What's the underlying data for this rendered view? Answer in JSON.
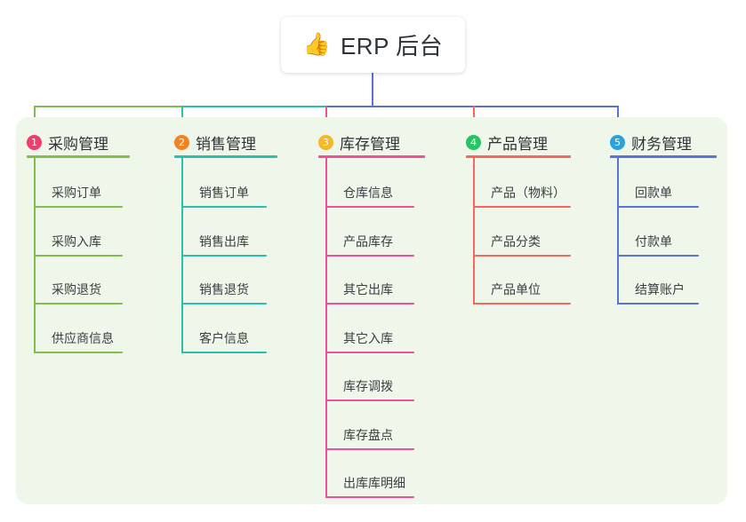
{
  "root": {
    "icon": "thumbs-up-icon",
    "icon_glyph": "👍",
    "title": "ERP 后台"
  },
  "palette": {
    "panel_bg": "#eef7e9",
    "page_bg": "#ffffff",
    "green": "#82bd4f",
    "teal": "#19b5a5",
    "magenta": "#e8499a",
    "red": "#f4685f",
    "blue": "#5b72d6",
    "branch_blue": "#5b6fd4",
    "text": "#2f3337",
    "item_text": "#3a3f44"
  },
  "columns": [
    {
      "index": "1",
      "badge_color": "#ef3e6e",
      "line_color": "#82bd4f",
      "title": "采购管理",
      "items": [
        {
          "label": "采购订单"
        },
        {
          "label": "采购入库"
        },
        {
          "label": "采购退货"
        },
        {
          "label": "供应商信息"
        }
      ]
    },
    {
      "index": "2",
      "badge_color": "#f58220",
      "line_color": "#2bbfb0",
      "title": "销售管理",
      "items": [
        {
          "label": "销售订单"
        },
        {
          "label": "销售出库"
        },
        {
          "label": "销售退货"
        },
        {
          "label": "客户信息"
        }
      ]
    },
    {
      "index": "3",
      "badge_color": "#f5b828",
      "line_color": "#ef4f9b",
      "title": "库存管理",
      "items": [
        {
          "label": "仓库信息"
        },
        {
          "label": "产品库存"
        },
        {
          "label": "其它出库"
        },
        {
          "label": "其它入库"
        },
        {
          "label": "库存调拨"
        },
        {
          "label": "库存盘点"
        },
        {
          "label": "出库库明细"
        }
      ]
    },
    {
      "index": "4",
      "badge_color": "#27c464",
      "line_color": "#f4685f",
      "title": "产品管理",
      "items": [
        {
          "label": "产品（物料）"
        },
        {
          "label": "产品分类"
        },
        {
          "label": "产品单位"
        }
      ]
    },
    {
      "index": "5",
      "badge_color": "#29a3e0",
      "line_color": "#5b72d6",
      "title": "财务管理",
      "items": [
        {
          "label": "回款单"
        },
        {
          "label": "付款单"
        },
        {
          "label": "结算账户"
        }
      ]
    }
  ]
}
